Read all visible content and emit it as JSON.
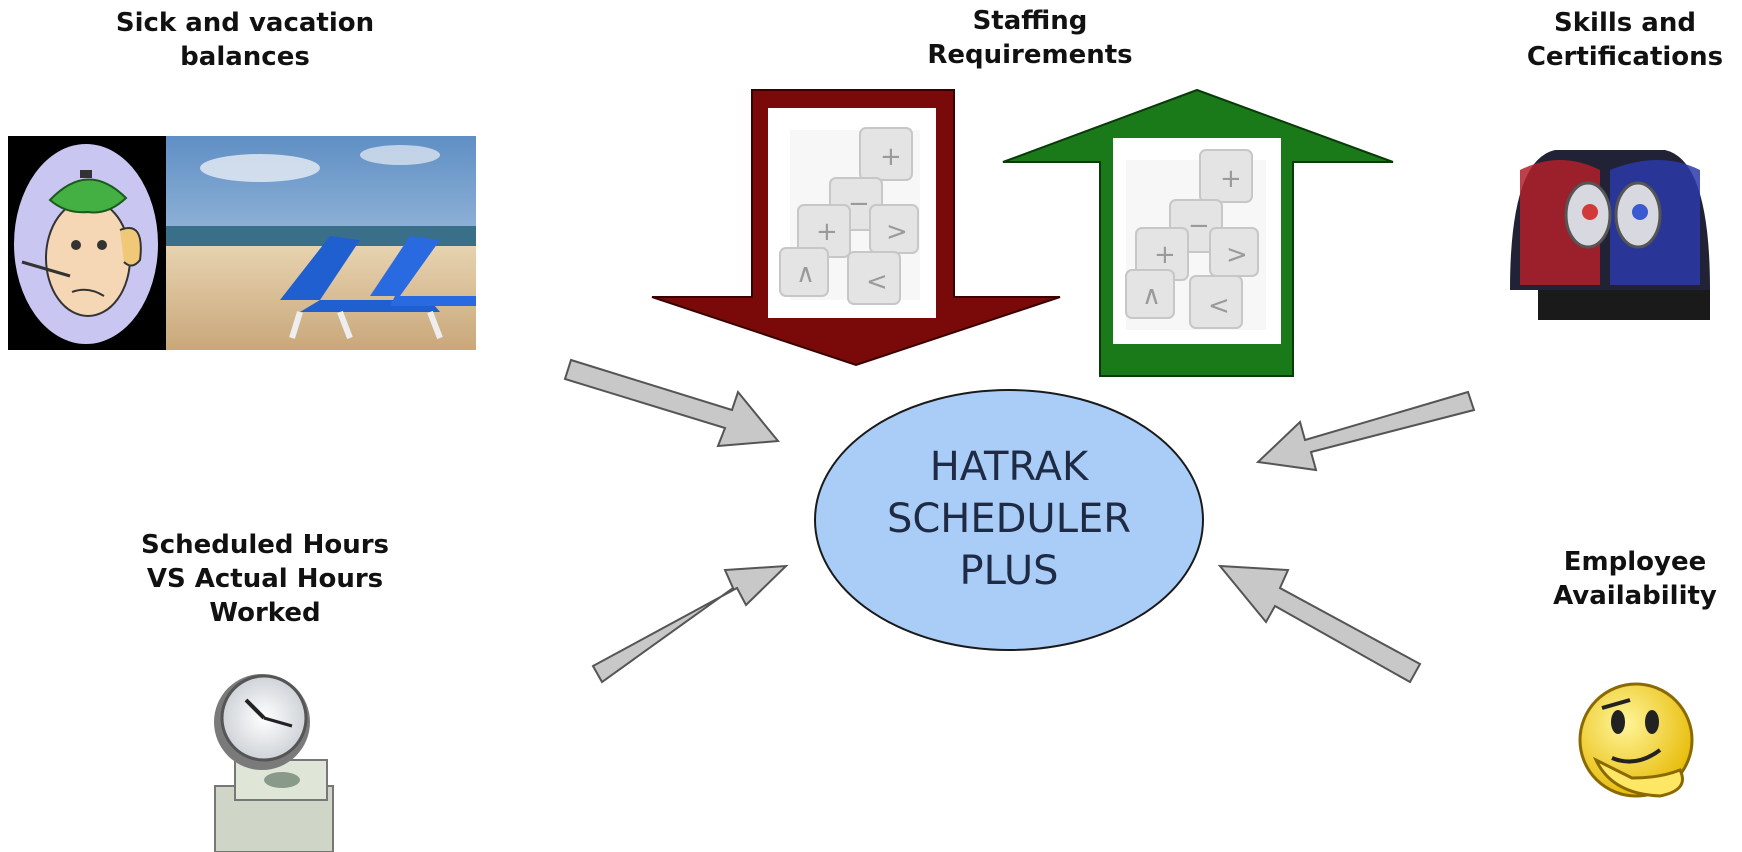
{
  "labels": {
    "sick_vacation": [
      "Sick and vacation",
      "balances"
    ],
    "staffing": [
      "Staffing",
      "Requirements"
    ],
    "skills": [
      "Skills and",
      "Certifications"
    ],
    "scheduled_hours": [
      "Scheduled Hours",
      "VS Actual Hours",
      "Worked"
    ],
    "availability": [
      "Employee",
      "Availability"
    ]
  },
  "center": [
    "HATRAK",
    "SCHEDULER",
    "PLUS"
  ],
  "colors": {
    "ellipse_fill": "#a9cdf7",
    "ellipse_stroke": "#1a1a1a",
    "down_arrow": "#7a0a0a",
    "up_arrow": "#1a7a1a",
    "gray_arrow": "#c8c8c8"
  },
  "icons": [
    "sick-man-icon",
    "beach-chairs-image",
    "calculator-keys-icon",
    "siren-light-icon",
    "clock-money-icon",
    "thinking-smiley-icon"
  ]
}
